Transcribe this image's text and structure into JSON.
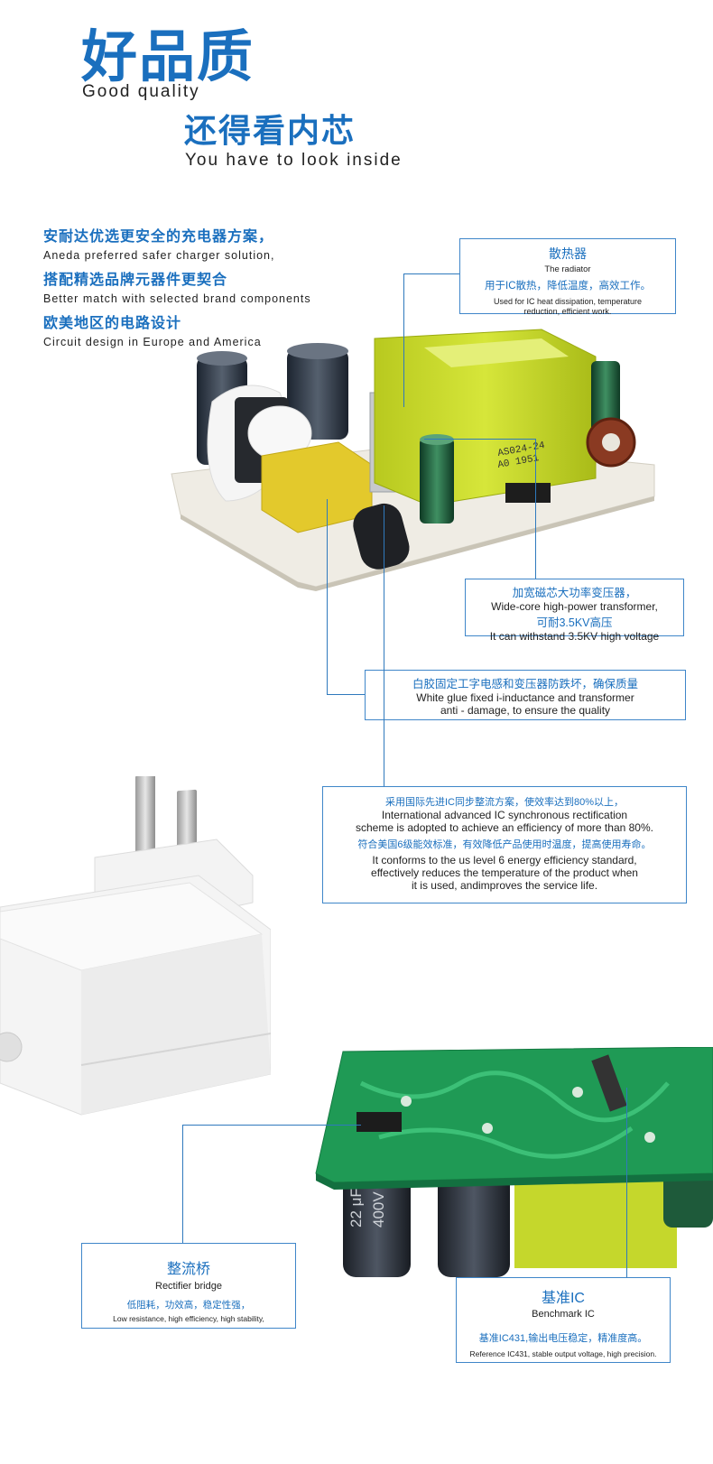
{
  "header": {
    "title_cn": "好品质",
    "title_en": "Good quality",
    "subtitle_cn": "还得看内芯",
    "subtitle_en": "You have to look inside"
  },
  "intro": [
    {
      "cn": "安耐达优选更安全的充电器方案，",
      "en": "Aneda preferred safer charger solution,"
    },
    {
      "cn": "搭配精选品牌元器件更契合",
      "en": "Better match with selected brand components"
    },
    {
      "cn": "欧美地区的电路设计",
      "en": "Circuit design in Europe and America"
    }
  ],
  "callouts": {
    "radiator": {
      "title_cn": "散热器",
      "title_en": "The radiator",
      "desc_cn": "用于IC散热，降低温度，高效工作。",
      "desc_en": "Used for IC heat dissipation, temperature reduction, efficient work."
    },
    "transformer": {
      "line1_cn": "加宽磁芯大功率变压器，",
      "line1_en": "Wide-core high-power transformer,",
      "line2_cn": "可耐3.5KV高压",
      "line2_en": "It can withstand 3.5KV high voltage"
    },
    "glue": {
      "line_cn": "白胶固定工字电感和变压器防跌坏，确保质量",
      "line_en1": "White glue fixed i-inductance and transformer",
      "line_en2": "anti - damage, to ensure the quality"
    },
    "ic": {
      "line1_cn": "采用国际先进IC同步整流方案，使效率达到80%以上，",
      "line1_en1": "International advanced IC synchronous rectification",
      "line1_en2": "scheme is adopted to achieve an efficiency of more than 80%.",
      "line2_cn": "符合美国6级能效标准，有效降低产品使用时温度，提高使用寿命。",
      "line2_en1": "It conforms to the us level 6 energy efficiency standard,",
      "line2_en2": "effectively reduces the temperature of the product when",
      "line2_en3": "it is used, andimproves the service life."
    },
    "rectifier": {
      "title_cn": "整流桥",
      "title_en": "Rectifier bridge",
      "desc_cn": "低阻耗，功效高，稳定性强，",
      "desc_en": "Low resistance, high efficiency, high stability,"
    },
    "benchmark": {
      "title_cn": "基准IC",
      "title_en": "Benchmark IC",
      "desc_cn": "基准IC431,输出电压稳定，精准度高。",
      "desc_en": "Reference IC431, stable output voltage, high precision."
    }
  },
  "pcb_markings": {
    "transformer_text1": "AS024-24",
    "transformer_text2": "A0  1951",
    "capacitor_text1": "22 μF",
    "capacitor_text2": "400V"
  },
  "colors": {
    "accent": "#1a6fbe",
    "border": "#3f86c9",
    "pcb_white": "#efece4",
    "pcb_green": "#1f9a55",
    "transformer_yellow": "#c6d72a"
  }
}
